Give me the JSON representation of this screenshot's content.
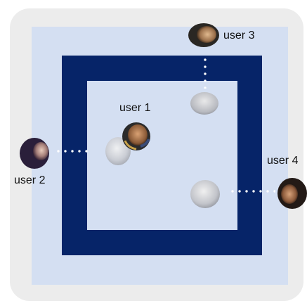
{
  "diagram": {
    "users": [
      {
        "id": "user1",
        "label": "user 1"
      },
      {
        "id": "user2",
        "label": "user 2"
      },
      {
        "id": "user3",
        "label": "user 3"
      },
      {
        "id": "user4",
        "label": "user 4"
      }
    ]
  },
  "colors": {
    "panel": "#ececec",
    "zone_fill": "#d4dff2",
    "frame": "#062468",
    "connector": "#ffffff"
  }
}
